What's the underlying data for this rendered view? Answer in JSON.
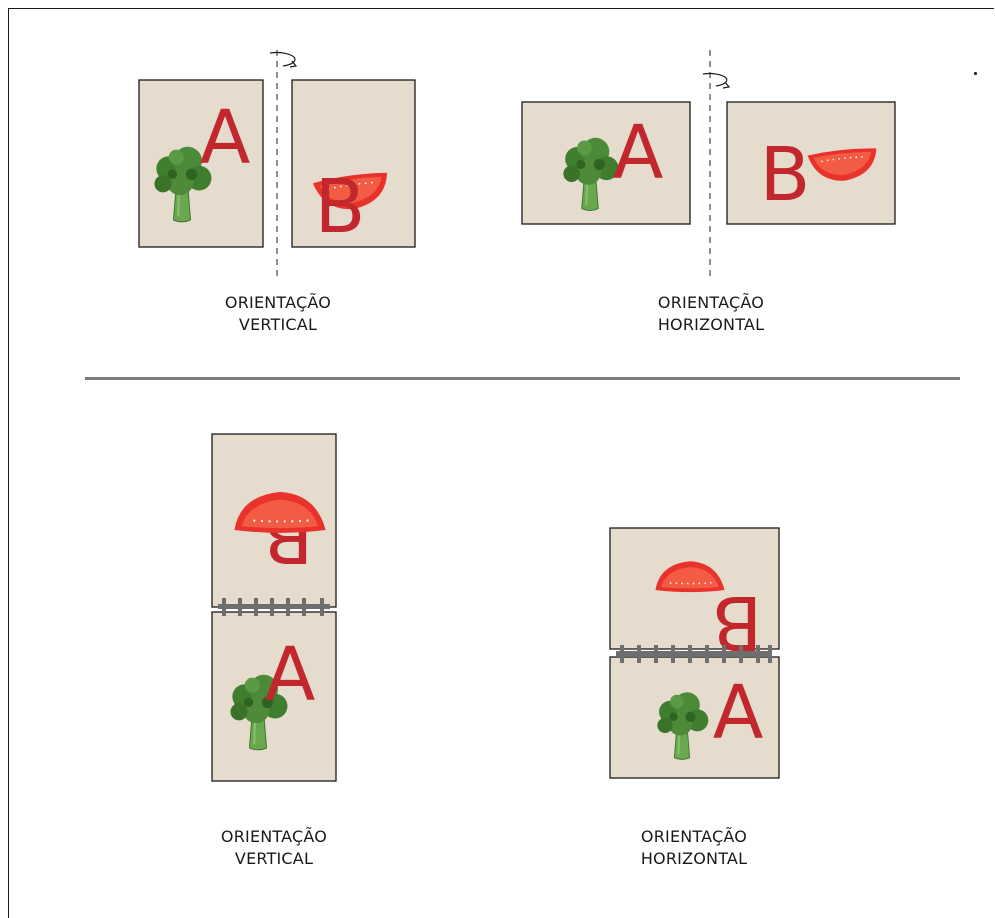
{
  "captions": {
    "top_left": {
      "line1": "ORIENTAÇÃO",
      "line2": "VERTICAL"
    },
    "top_right": {
      "line1": "ORIENTAÇÃO",
      "line2": "HORIZONTAL"
    },
    "bottom_left": {
      "line1": "ORIENTAÇÃO",
      "line2": "VERTICAL"
    },
    "bottom_right": {
      "line1": "ORIENTAÇÃO",
      "line2": "HORIZONTAL"
    }
  },
  "page_letters": {
    "front": "A",
    "back": "B"
  },
  "colors": {
    "paper": "#e5dccd",
    "letter": "#c1272d",
    "tomato": "#e8322b",
    "broccoli": "#4f8a3a",
    "binding": "#6e6e6e"
  }
}
